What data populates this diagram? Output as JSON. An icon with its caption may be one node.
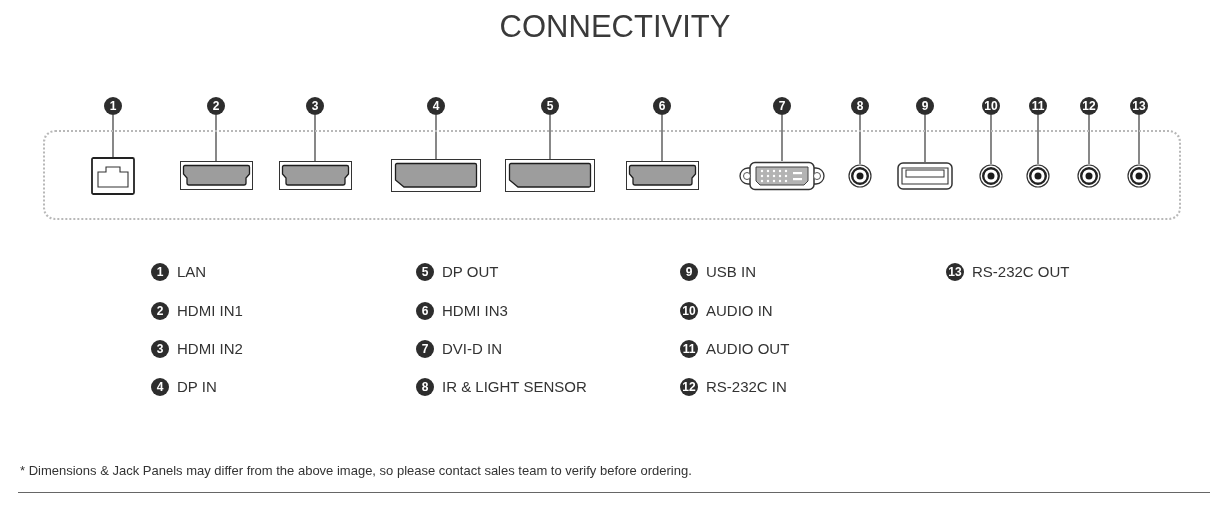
{
  "diagram": {
    "title": "CONNECTIVITY",
    "nodes": [
      {
        "text": [
          "1"
        ]
      },
      {
        "text": [
          "2"
        ]
      },
      {
        "text": [
          "3"
        ]
      },
      {
        "text": [
          "4"
        ]
      },
      {
        "text": [
          "5"
        ]
      },
      {
        "text": [
          "6"
        ]
      },
      {
        "text": [
          "7"
        ]
      },
      {
        "text": [
          "8"
        ]
      },
      {
        "text": [
          "9"
        ]
      },
      {
        "text": [
          "10"
        ]
      },
      {
        "text": [
          "11"
        ]
      },
      {
        "text": [
          "12"
        ]
      },
      {
        "text": [
          "13"
        ]
      },
      {
        "text": [],
        "shape": "box"
      },
      {
        "text": [],
        "shape": "picture",
        "in": 13
      },
      {
        "text": [],
        "shape": "picture",
        "in": 13
      },
      {
        "text": [],
        "shape": "picture",
        "in": 13
      },
      {
        "text": [],
        "shape": "picture",
        "in": 13
      },
      {
        "text": [],
        "shape": "picture",
        "in": 13
      },
      {
        "text": [],
        "shape": "picture",
        "in": 13
      },
      {
        "text": [],
        "shape": "picture",
        "in": 13
      },
      {
        "text": [],
        "shape": "picture",
        "in": 13
      },
      {
        "text": [],
        "shape": "picture",
        "in": 13
      },
      {
        "text": [],
        "shape": "picture",
        "in": 13
      },
      {
        "text": [],
        "shape": "picture",
        "in": 13
      },
      {
        "text": [],
        "shape": "picture",
        "in": 13
      },
      {
        "text": [],
        "shape": "picture",
        "in": 13
      },
      {
        "text": [
          "1"
        ],
        "beside": [
          "LAN"
        ]
      },
      {
        "text": [
          "2"
        ],
        "beside": [
          "HDMI IN1"
        ]
      },
      {
        "text": [
          "3"
        ],
        "beside": [
          "HDMI IN2"
        ]
      },
      {
        "text": [
          "4"
        ],
        "beside": [
          "DP IN"
        ]
      },
      {
        "text": [
          "5"
        ],
        "beside": [
          "DP OUT"
        ]
      },
      {
        "text": [
          "6"
        ],
        "beside": [
          "HDMI IN3"
        ]
      },
      {
        "text": [
          "7"
        ],
        "beside": [
          "DVI-D IN"
        ]
      },
      {
        "text": [
          "8"
        ],
        "beside": [
          "IR & LIGHT SENSOR"
        ]
      },
      {
        "text": [
          "9"
        ],
        "beside": [
          "USB IN"
        ]
      },
      {
        "text": [
          "10"
        ],
        "beside": [
          "AUDIO IN"
        ]
      },
      {
        "text": [
          "11"
        ],
        "beside": [
          "AUDIO OUT"
        ]
      },
      {
        "text": [
          "12"
        ],
        "beside": [
          "RS-232C IN"
        ]
      },
      {
        "text": [
          "13"
        ],
        "beside": [
          "RS-232C OUT"
        ]
      }
    ],
    "edges": [
      {
        "from": 0,
        "to": 14,
        "arrow": "none"
      },
      {
        "from": 1,
        "to": 15,
        "arrow": "none"
      },
      {
        "from": 2,
        "to": 16,
        "arrow": "none"
      },
      {
        "from": 3,
        "to": 17,
        "arrow": "none"
      },
      {
        "from": 4,
        "to": 18,
        "arrow": "none"
      },
      {
        "from": 5,
        "to": 19,
        "arrow": "none"
      },
      {
        "from": 6,
        "to": 20,
        "arrow": "none"
      },
      {
        "from": 7,
        "to": 21,
        "arrow": "none"
      },
      {
        "from": 8,
        "to": 22,
        "arrow": "none"
      },
      {
        "from": 9,
        "to": 23,
        "arrow": "none"
      },
      {
        "from": 10,
        "to": 24,
        "arrow": "none"
      },
      {
        "from": 11,
        "to": 25,
        "arrow": "none"
      },
      {
        "from": 12,
        "to": 26,
        "arrow": "none"
      }
    ],
    "caption": "* Dimensions & Jack Panels may differ from the above image, so please contact sales team to verify before ordering."
  }
}
